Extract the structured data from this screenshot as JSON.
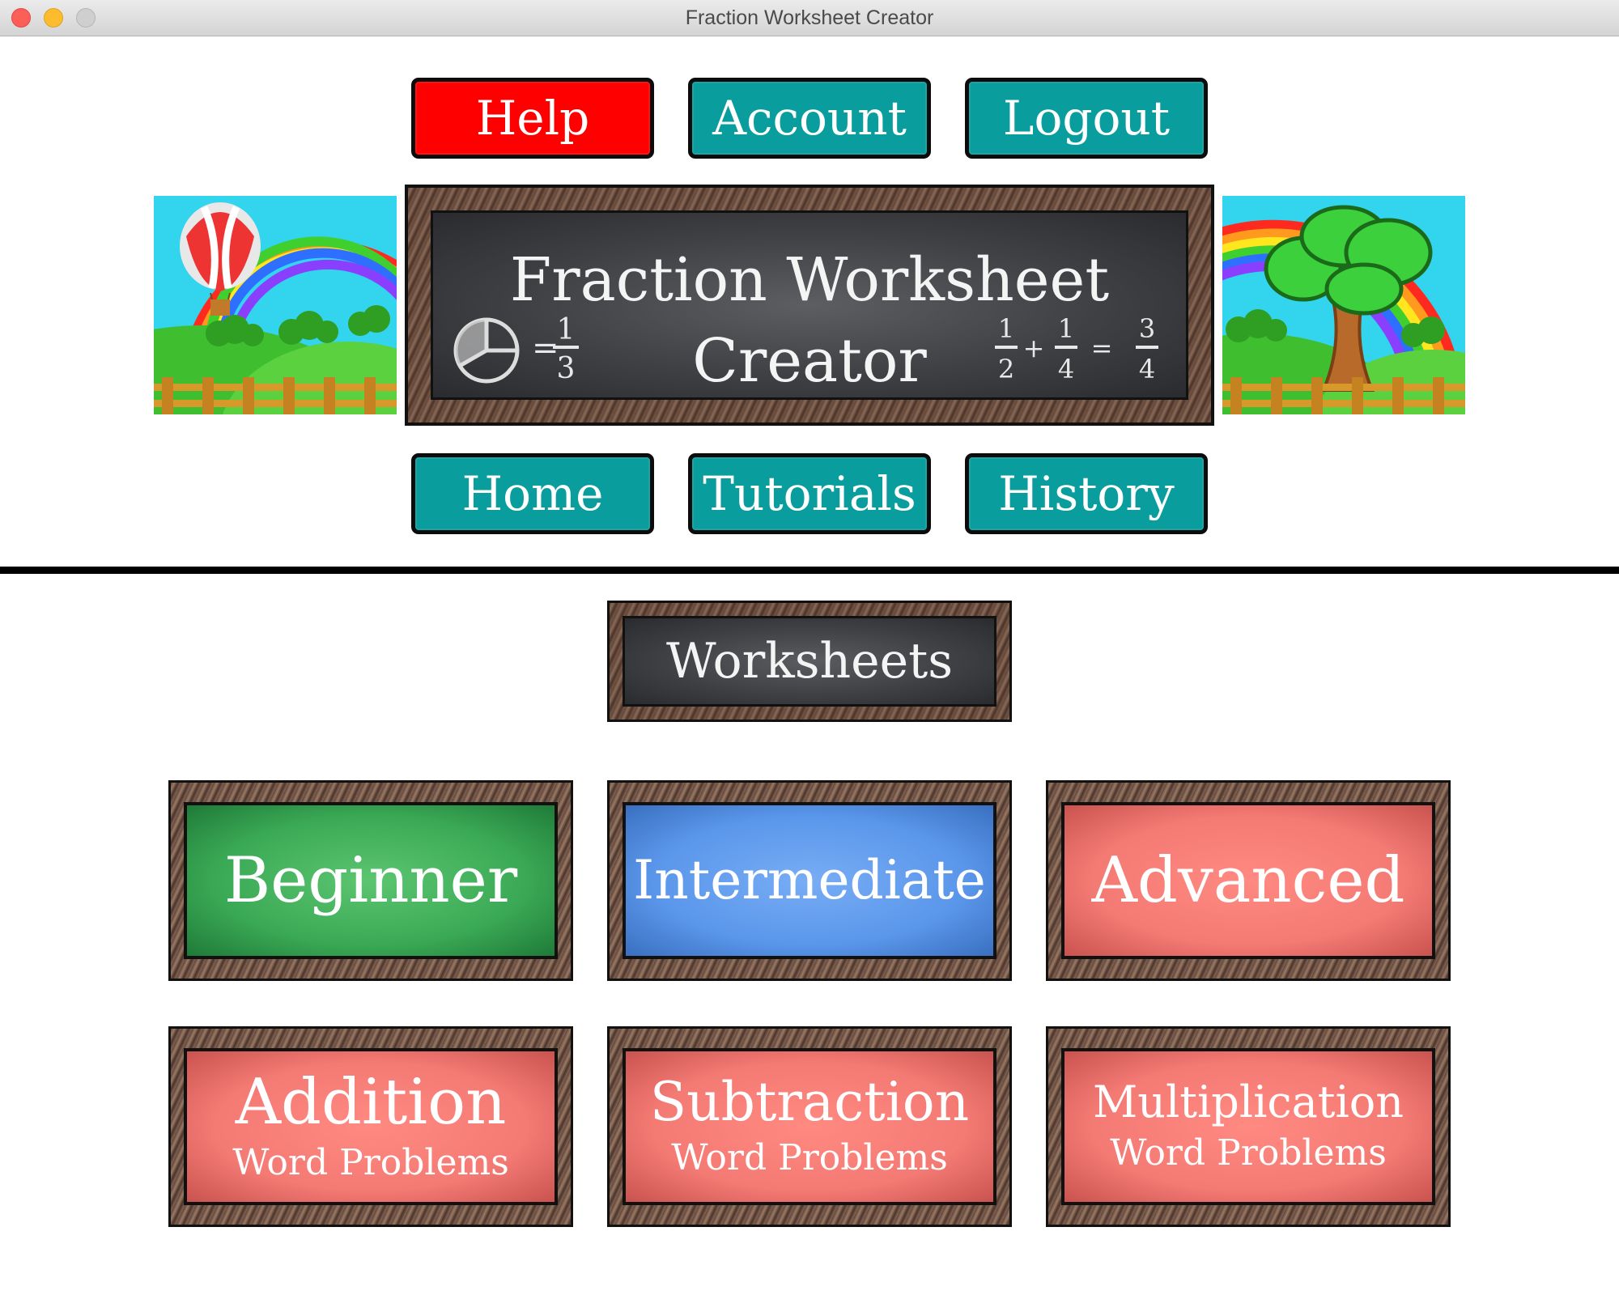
{
  "window": {
    "title": "Fraction Worksheet Creator"
  },
  "top_nav": {
    "help": "Help",
    "account": "Account",
    "logout": "Logout"
  },
  "banner": {
    "line1": "Fraction Worksheet",
    "line2": "Creator",
    "eq_left": {
      "equals": "=",
      "numerator": "1",
      "denominator": "3"
    },
    "eq_right": {
      "a_num": "1",
      "a_den": "2",
      "plus": "+",
      "b_num": "1",
      "b_den": "4",
      "equals": "=",
      "c_num": "3",
      "c_den": "4"
    }
  },
  "bottom_nav": {
    "home": "Home",
    "tutorials": "Tutorials",
    "history": "History"
  },
  "worksheets": {
    "header": "Worksheets",
    "levels": {
      "beginner": "Beginner",
      "intermediate": "Intermediate",
      "advanced": "Advanced"
    },
    "word_problems": {
      "addition": "Addition",
      "subtraction": "Subtraction",
      "multiplication": "Multiplication",
      "subtitle": "Word Problems"
    }
  },
  "colors": {
    "teal": "#0a9d9d",
    "help_red": "#ff0000",
    "beginner_green": "#3aa955",
    "intermediate_blue": "#5a96ea",
    "advanced_pink": "#f47a74"
  }
}
